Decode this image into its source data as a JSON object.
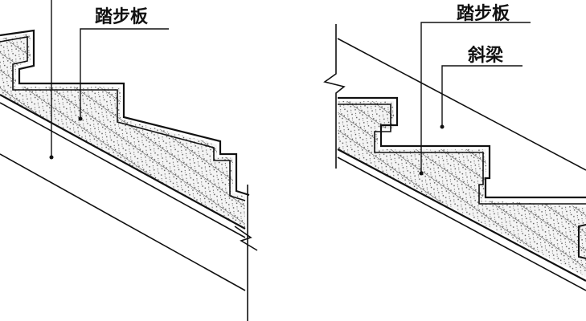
{
  "left_figure": {
    "label_tread": "踏步板"
  },
  "right_figure": {
    "label_tread": "踏步板",
    "label_beam": "斜梁"
  },
  "colors": {
    "ink": "#111111",
    "paper": "#ffffff",
    "fill_concrete": "#e8e8e8"
  }
}
